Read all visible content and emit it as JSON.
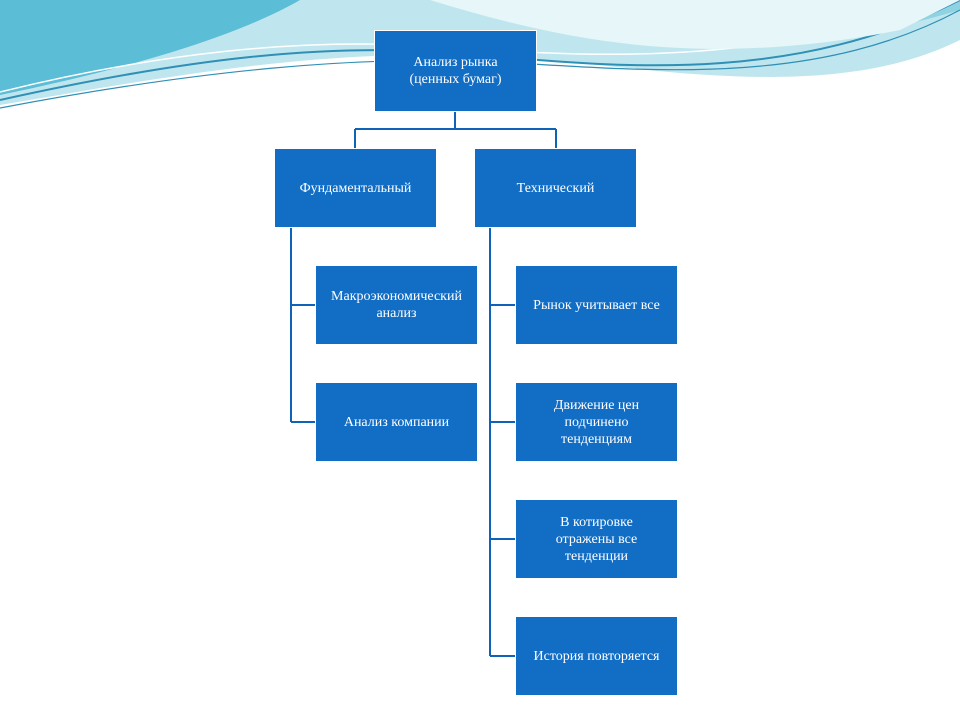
{
  "colors": {
    "node_fill": "#126dc4",
    "connector": "#0e63b8",
    "wave_light": "#bfe6ee",
    "wave_mid": "#5bbdd6",
    "wave_dark": "#2f8fb5",
    "background": "#ffffff"
  },
  "diagram": {
    "root": "Анализ рынка\n(ценных бумаг)",
    "branches": [
      {
        "label": "Фундаментальный",
        "children": [
          "Макроэкономический\nанализ",
          "Анализ компании"
        ]
      },
      {
        "label": "Технический",
        "children": [
          "Рынок учитывает все",
          "Движение цен\nподчинено\nтенденциям",
          "В котировке\nотражены все\nтенденции",
          "История повторяется"
        ]
      }
    ]
  }
}
